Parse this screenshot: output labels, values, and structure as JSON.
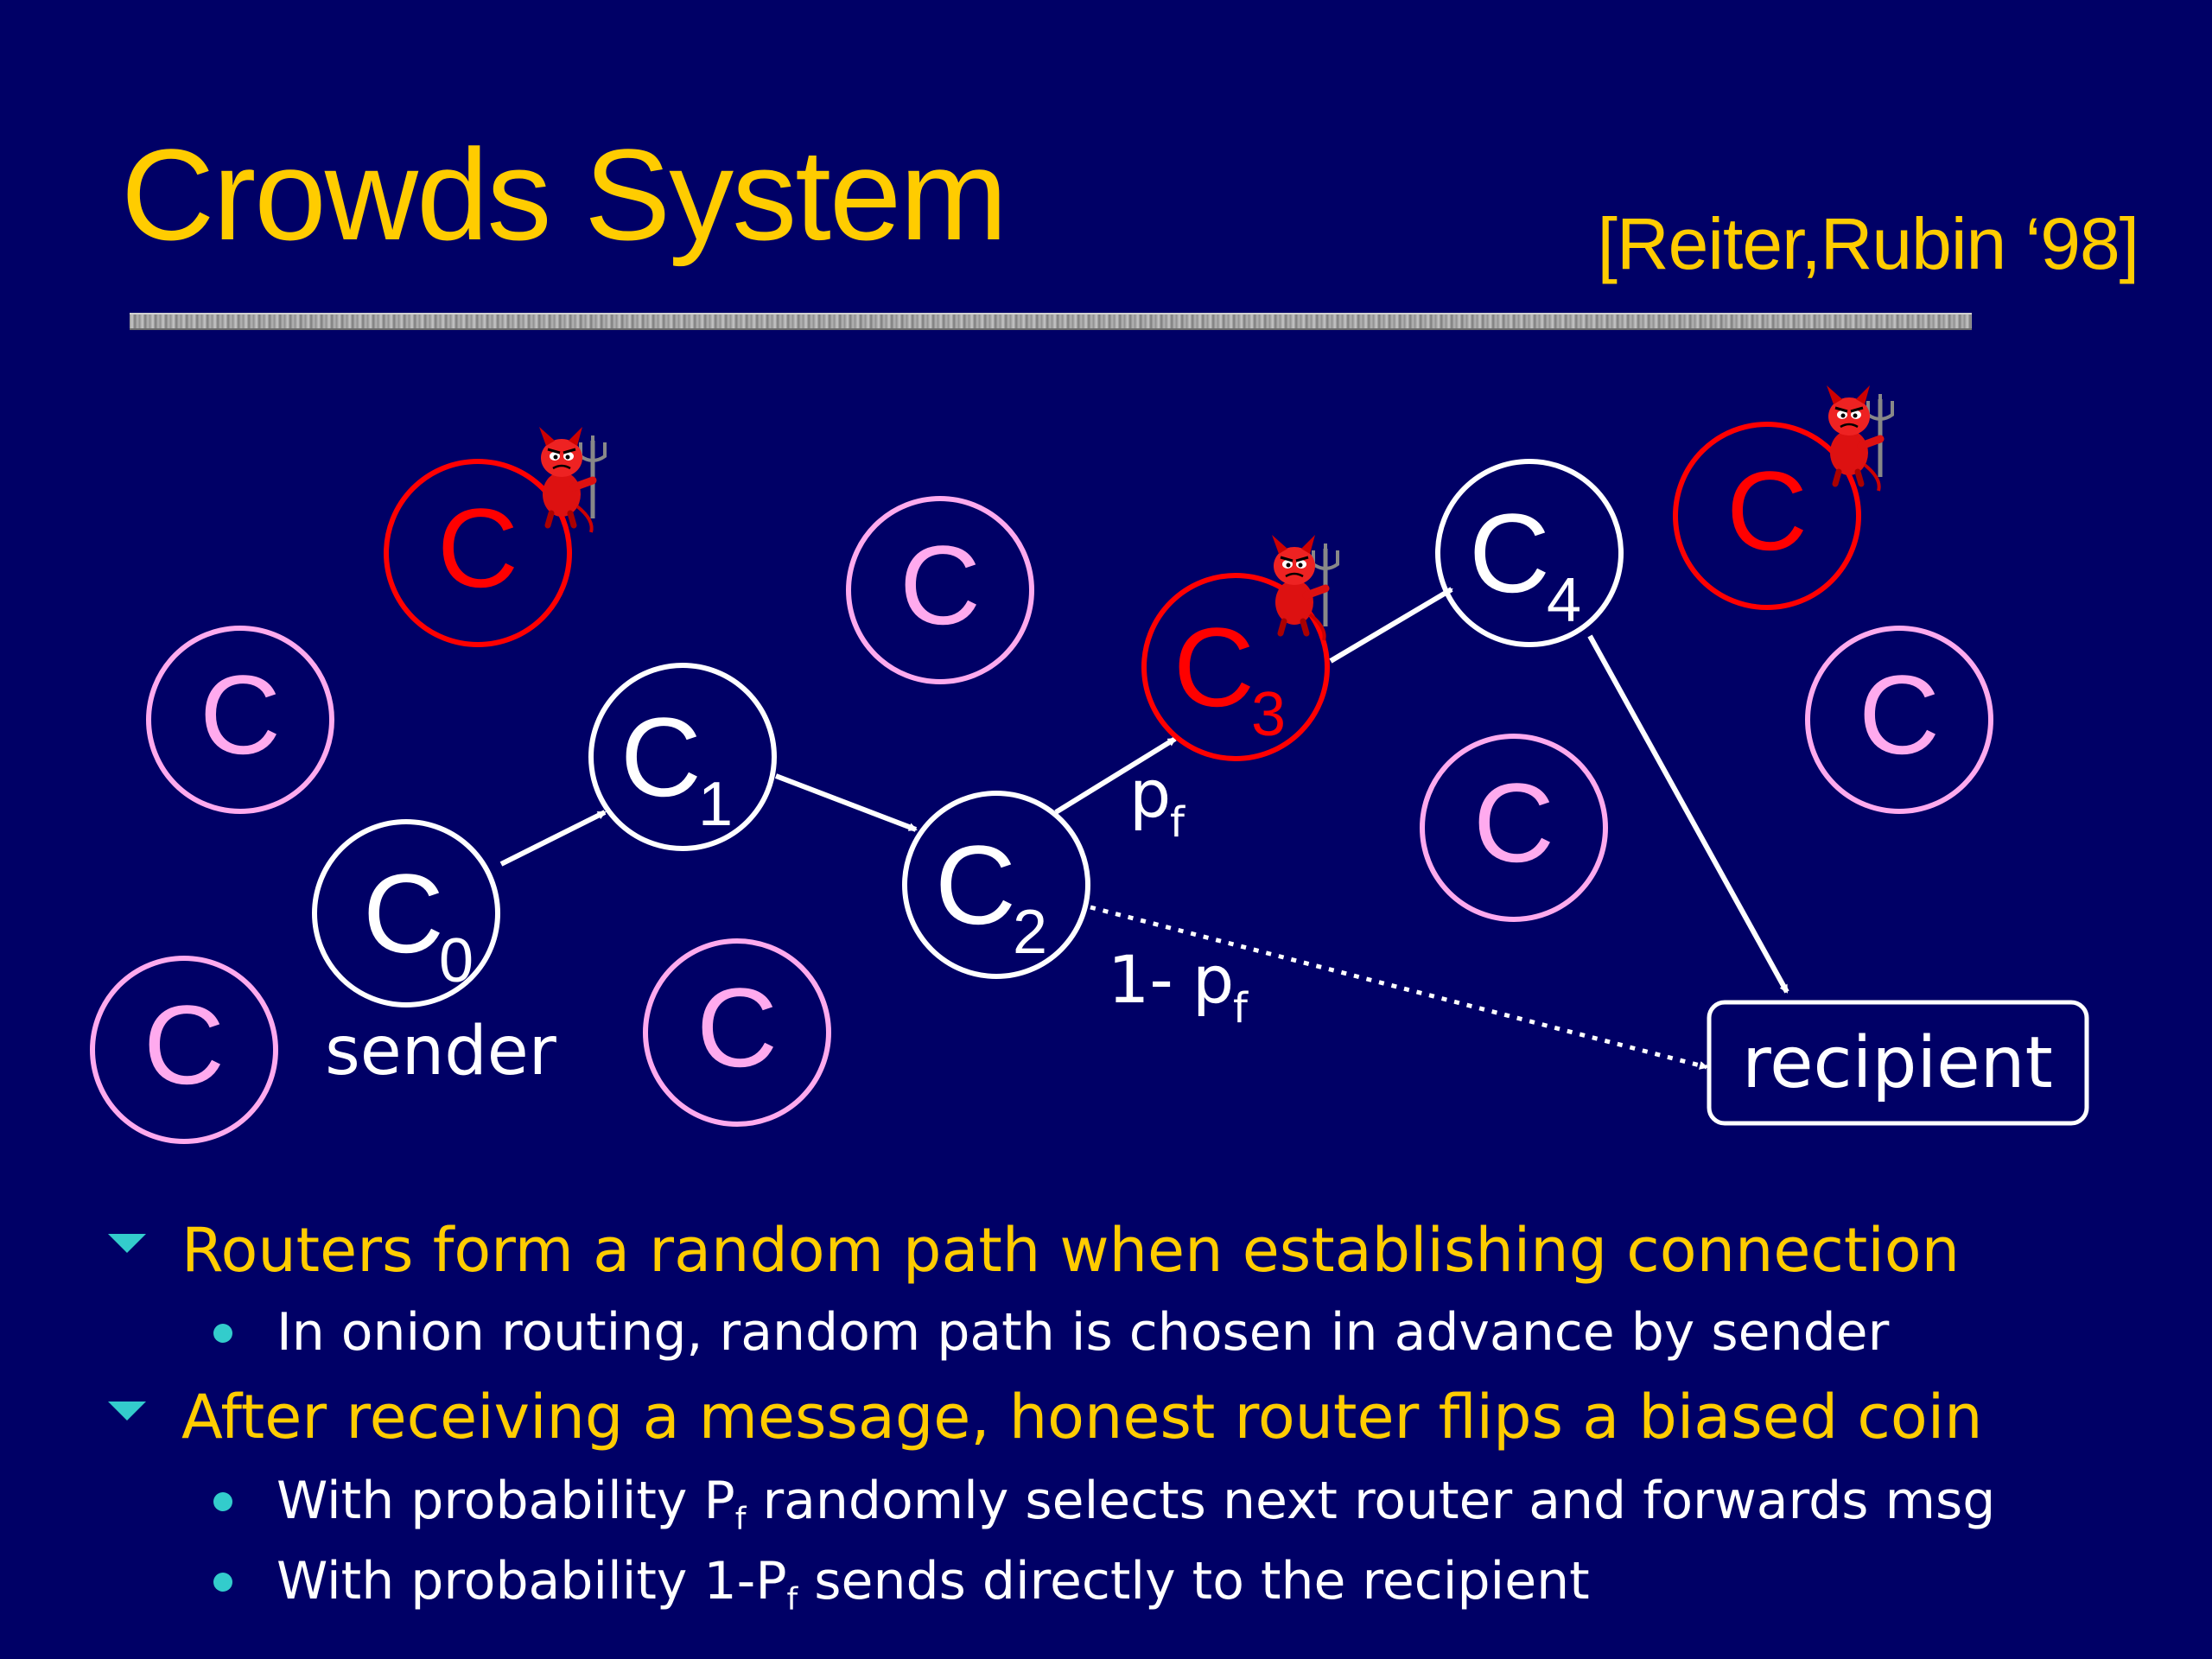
{
  "slide": {
    "title": "Crowds System",
    "citation": "[Reiter,Rubin ‘98]"
  },
  "diagram": {
    "node_letter": "C",
    "labels": {
      "sender": "sender",
      "recipient": "recipient",
      "forward_prob_base": "p",
      "forward_prob_sub": "f",
      "direct_prob_prefix": "1-",
      "direct_prob_base": "p",
      "direct_prob_sub": "f"
    },
    "path_node_subscripts": [
      "0",
      "1",
      "2",
      "3",
      "4"
    ],
    "colors": {
      "background": "#000066",
      "honest_path": "#ffffff",
      "malicious": "#ff0000",
      "other_honest": "#ffaaee",
      "title": "#ffcc00",
      "bullet_marker": "#33cccc"
    }
  },
  "bullets": [
    {
      "text": "Routers form a random path when establishing connection",
      "sub": [
        {
          "parts": [
            "In onion routing, random path is chosen in advance by sender"
          ]
        }
      ]
    },
    {
      "text": "After receiving a message, honest router flips a biased coin",
      "sub": [
        {
          "parts": [
            "With probability P",
            "f",
            " randomly selects next router and forwards msg"
          ]
        },
        {
          "parts": [
            "With probability 1-P",
            "f",
            " sends directly to the recipient"
          ]
        }
      ]
    }
  ]
}
